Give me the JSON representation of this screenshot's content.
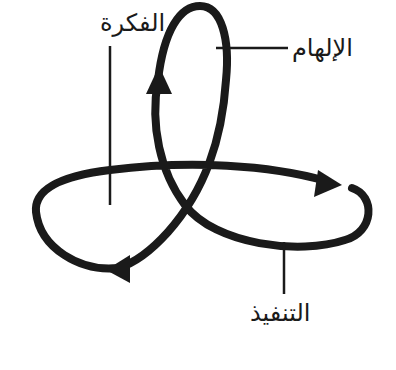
{
  "diagram": {
    "labels": [
      "الفكرة",
      "الإلهام",
      "التنفيذ"
    ]
  }
}
